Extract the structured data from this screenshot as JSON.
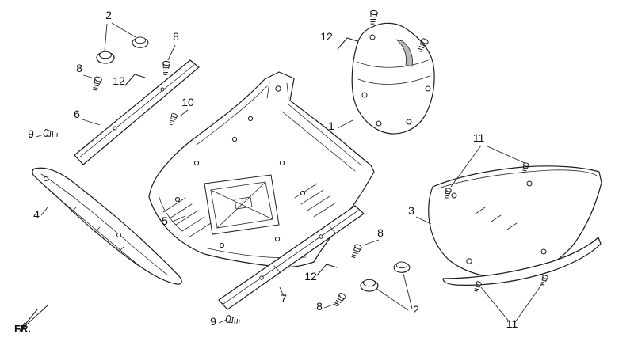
{
  "diagram": {
    "fr_label": "FR.",
    "callouts": [
      {
        "text": "2"
      },
      {
        "text": "8"
      },
      {
        "text": "8"
      },
      {
        "text": "12"
      },
      {
        "text": "6"
      },
      {
        "text": "10"
      },
      {
        "text": "9"
      },
      {
        "text": "12"
      },
      {
        "text": "1"
      },
      {
        "text": "11"
      },
      {
        "text": "3"
      },
      {
        "text": "5"
      },
      {
        "text": "4"
      },
      {
        "text": "8"
      },
      {
        "text": "12"
      },
      {
        "text": "7"
      },
      {
        "text": "8"
      },
      {
        "text": "2"
      },
      {
        "text": "9"
      },
      {
        "text": "11"
      }
    ]
  }
}
